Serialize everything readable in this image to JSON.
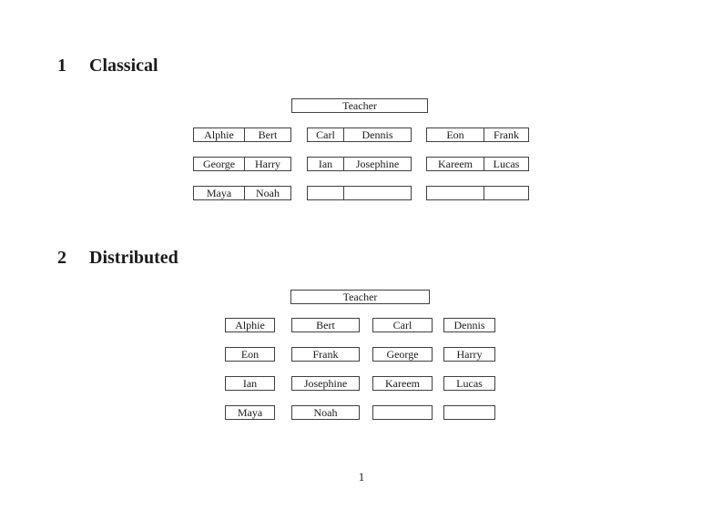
{
  "section1": {
    "heading_number": "1",
    "heading_title": "Classical",
    "teacher_label": "Teacher",
    "desks": [
      [
        "Alphie",
        "Bert"
      ],
      [
        "Carl",
        "Dennis"
      ],
      [
        "Eon",
        "Frank"
      ],
      [
        "George",
        "Harry"
      ],
      [
        "Ian",
        "Josephine"
      ],
      [
        "Kareem",
        "Lucas"
      ],
      [
        "Maya",
        "Noah"
      ],
      [
        "",
        ""
      ],
      [
        "",
        ""
      ]
    ]
  },
  "section2": {
    "heading_number": "2",
    "heading_title": "Distributed",
    "teacher_label": "Teacher",
    "seats": [
      "Alphie",
      "Bert",
      "Carl",
      "Dennis",
      "Eon",
      "Frank",
      "George",
      "Harry",
      "Ian",
      "Josephine",
      "Kareem",
      "Lucas",
      "Maya",
      "Noah",
      "",
      ""
    ]
  },
  "footer": {
    "page_number": "1"
  }
}
